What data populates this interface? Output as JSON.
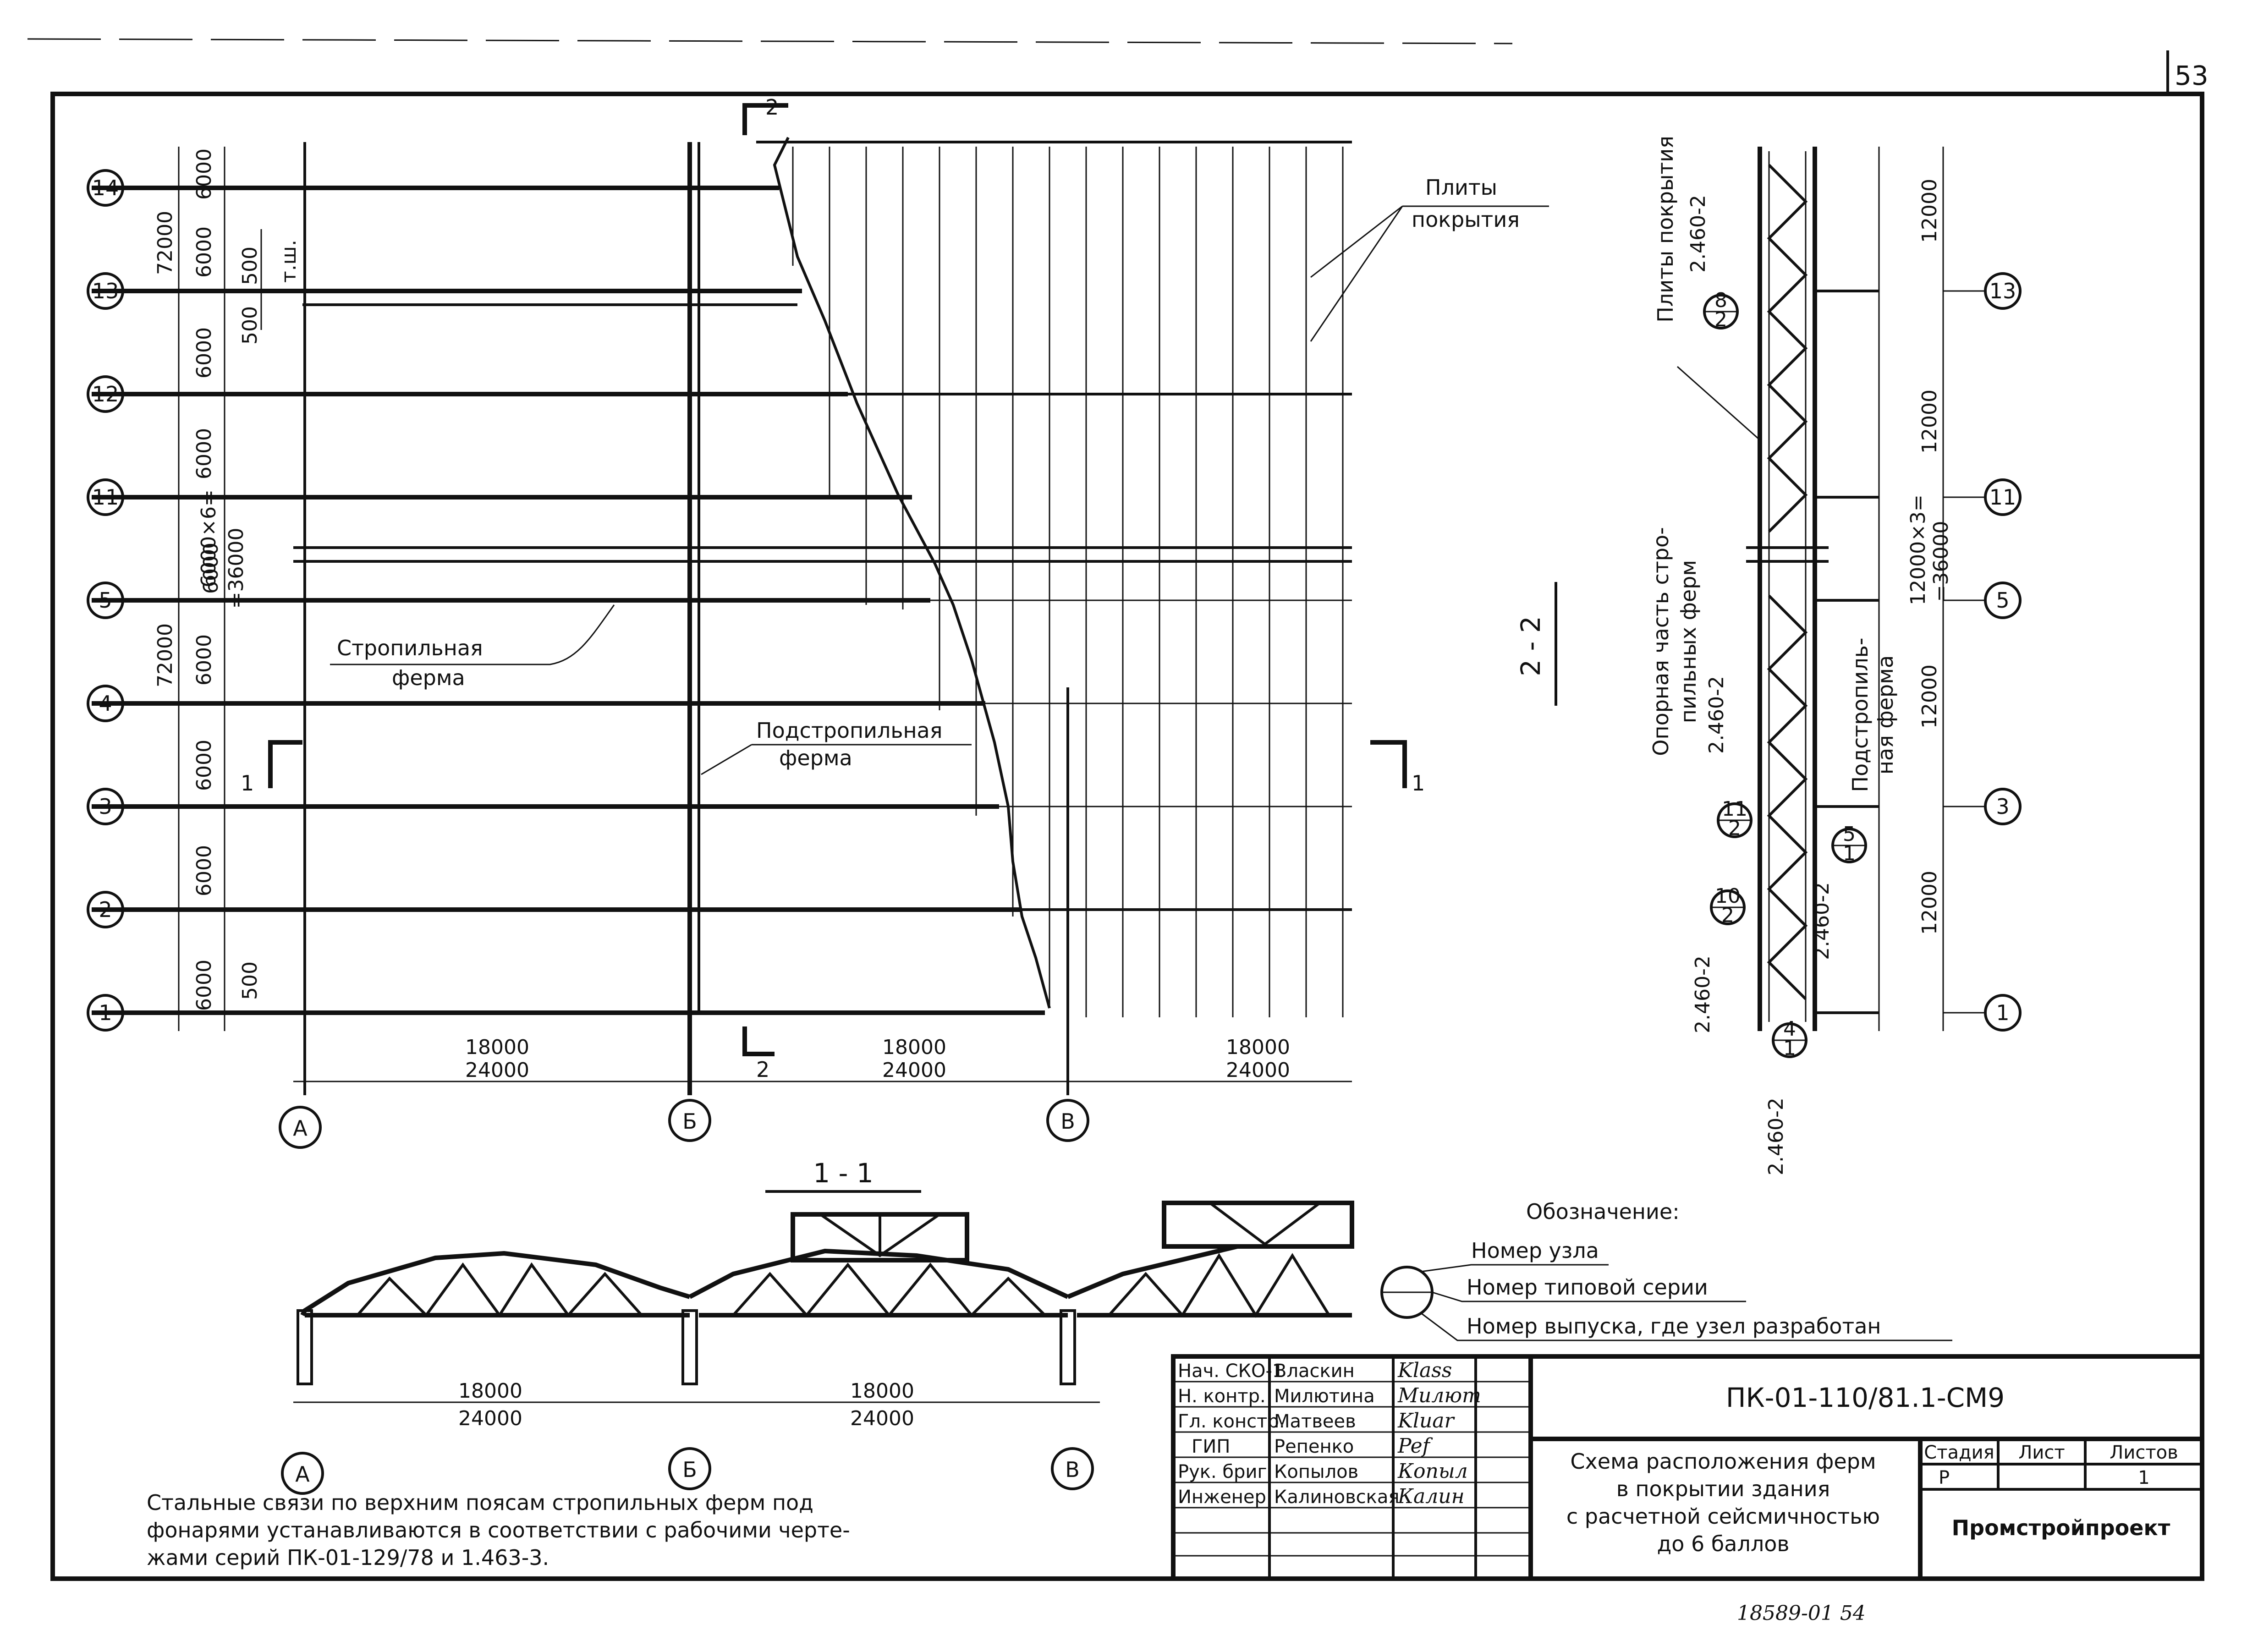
{
  "page_number": "53",
  "axes_rows": [
    "1",
    "2",
    "3",
    "4",
    "5",
    "11",
    "12",
    "13",
    "14"
  ],
  "axes_cols": [
    "А",
    "Б",
    "В"
  ],
  "plan": {
    "dims_vertical_inner": [
      "6000",
      "6000",
      "6000",
      "6000",
      "6000",
      "6000×6=",
      "=36000",
      "6000",
      "6000",
      "6000",
      "6000"
    ],
    "dims_vertical_outer": [
      "72000",
      "72000"
    ],
    "dim_500": "500",
    "dim_tsh": "т.ш.",
    "dims_horizontal": [
      {
        "a": "18000",
        "b": "24000"
      },
      {
        "a": "18000",
        "b": "24000"
      },
      {
        "a": "18000",
        "b": "24000"
      }
    ],
    "label_plates": [
      "Плиты",
      "покрытия"
    ],
    "label_truss": [
      "Стропильная",
      "ферма"
    ],
    "label_subtruss": [
      "Подстропильная",
      "ферма"
    ],
    "section_1": "1",
    "section_2": "2"
  },
  "section_1_1": {
    "title": "1 - 1",
    "dims": [
      {
        "a": "18000",
        "b": "24000"
      },
      {
        "a": "18000",
        "b": "24000"
      }
    ]
  },
  "section_2_2": {
    "title": "2 - 2",
    "label_plates": "Плиты покрытия",
    "label_support": [
      "Опорная часть стро-",
      "пильных ферм"
    ],
    "label_subtruss": [
      "Подстропиль-",
      "ная ферма"
    ],
    "series": "2.460-2",
    "dims": [
      "12000",
      "12000",
      "12000×3=",
      "=36000",
      "12000",
      "12000"
    ],
    "nodes": [
      {
        "top": "8",
        "bot": "2"
      },
      {
        "top": "11",
        "bot": "2"
      },
      {
        "top": "5",
        "bot": "1"
      },
      {
        "top": "10",
        "bot": "2"
      },
      {
        "top": "4",
        "bot": "1"
      }
    ]
  },
  "legend": {
    "title": "Обозначение:",
    "items": [
      "Номер узла",
      "Номер типовой серии",
      "Номер выпуска, где узел разработан"
    ]
  },
  "note": [
    "Стальные связи по верхним поясам стропильных ферм  под",
    "фонарями устанавливаются в соответствии с рабочими черте-",
    "жами серий  ПК-01-129/78  и  1.463-3."
  ],
  "title_block": {
    "code": "ПК-01-110/81.1-СМ9",
    "title": [
      "Схема расположения ферм",
      "в покрытии здания",
      "с расчетной сейсмичностью",
      "до 6 баллов"
    ],
    "roles": [
      "Нач. СКО-1",
      "Н. контр.",
      "Гл. констр.",
      "ГИП",
      "Рук. бриг.",
      "Инженер"
    ],
    "names": [
      "Власкин",
      "Милютина",
      "Матвеев",
      "Репенко",
      "Копылов",
      "Калиновская"
    ],
    "signatures": [
      "Klass",
      "Милют",
      "Kluar",
      "Pef",
      "Копыл",
      "Калин"
    ],
    "headers": [
      "Стадия",
      "Лист",
      "Листов"
    ],
    "values": [
      "Р",
      "",
      "1"
    ],
    "org": "Промстройпроект"
  },
  "archive_number": "18589-01   54"
}
